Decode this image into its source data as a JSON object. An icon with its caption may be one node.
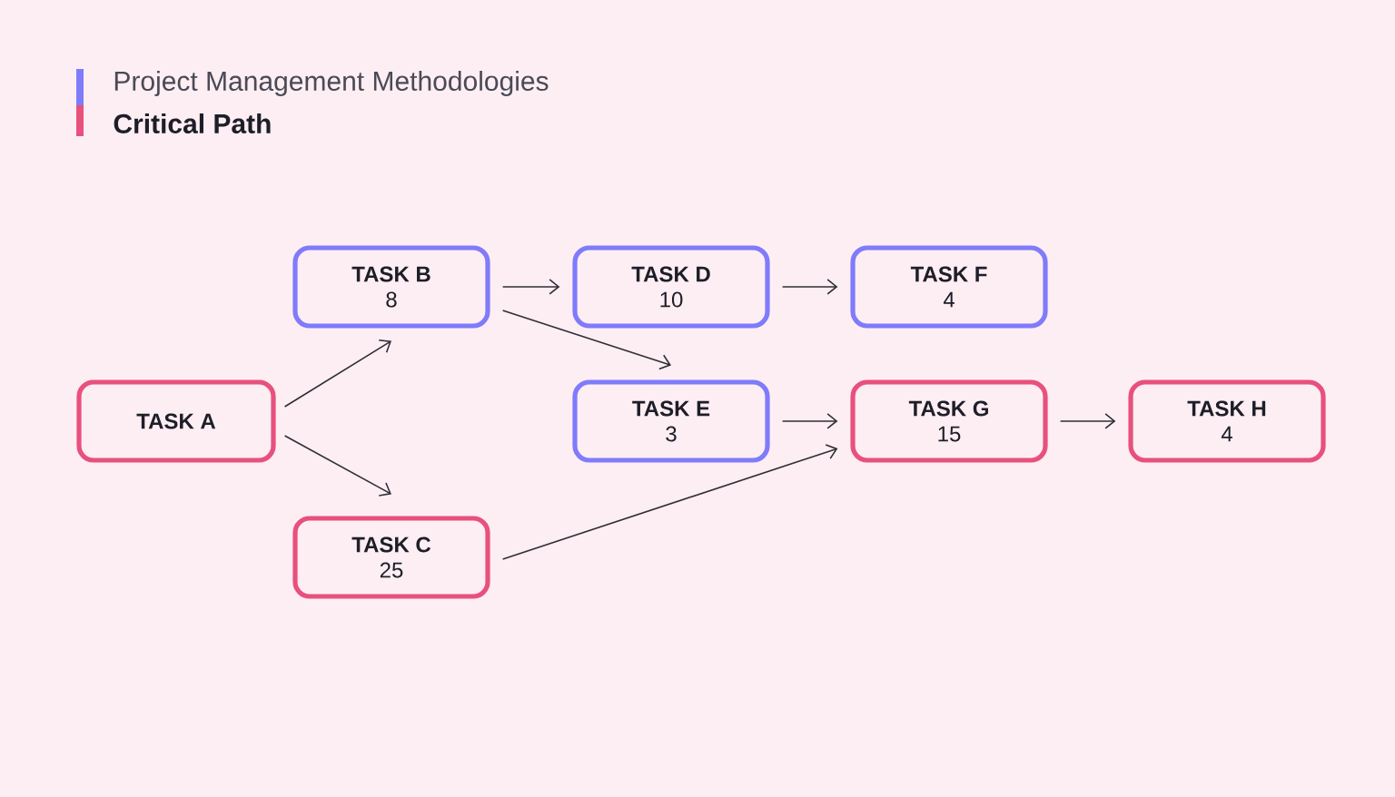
{
  "diagram": {
    "title": "Critical Path",
    "nodes": [
      {
        "text": [
          "TASK A"
        ]
      },
      {
        "text": [
          "TASK B",
          "8"
        ]
      },
      {
        "text": [
          "TASK C",
          "25"
        ]
      },
      {
        "text": [
          "TASK D",
          "10"
        ]
      },
      {
        "text": [
          "TASK E",
          "3"
        ]
      },
      {
        "text": [
          "TASK F",
          "4"
        ]
      },
      {
        "text": [
          "TASK G",
          "15"
        ]
      },
      {
        "text": [
          "TASK H",
          "4"
        ]
      }
    ],
    "edges": [
      {
        "from": 0,
        "to": 1,
        "arrow": "to"
      },
      {
        "from": 0,
        "to": 2,
        "arrow": "to"
      },
      {
        "from": 1,
        "to": 3,
        "arrow": "to"
      },
      {
        "from": 1,
        "to": 4,
        "arrow": "to"
      },
      {
        "from": 3,
        "to": 5,
        "arrow": "to"
      },
      {
        "from": 4,
        "to": 6,
        "arrow": "to"
      },
      {
        "from": 2,
        "to": 6,
        "arrow": "to"
      },
      {
        "from": 6,
        "to": 7,
        "arrow": "to"
      }
    ],
    "labels": [
      "Project Management Methodologies"
    ]
  }
}
